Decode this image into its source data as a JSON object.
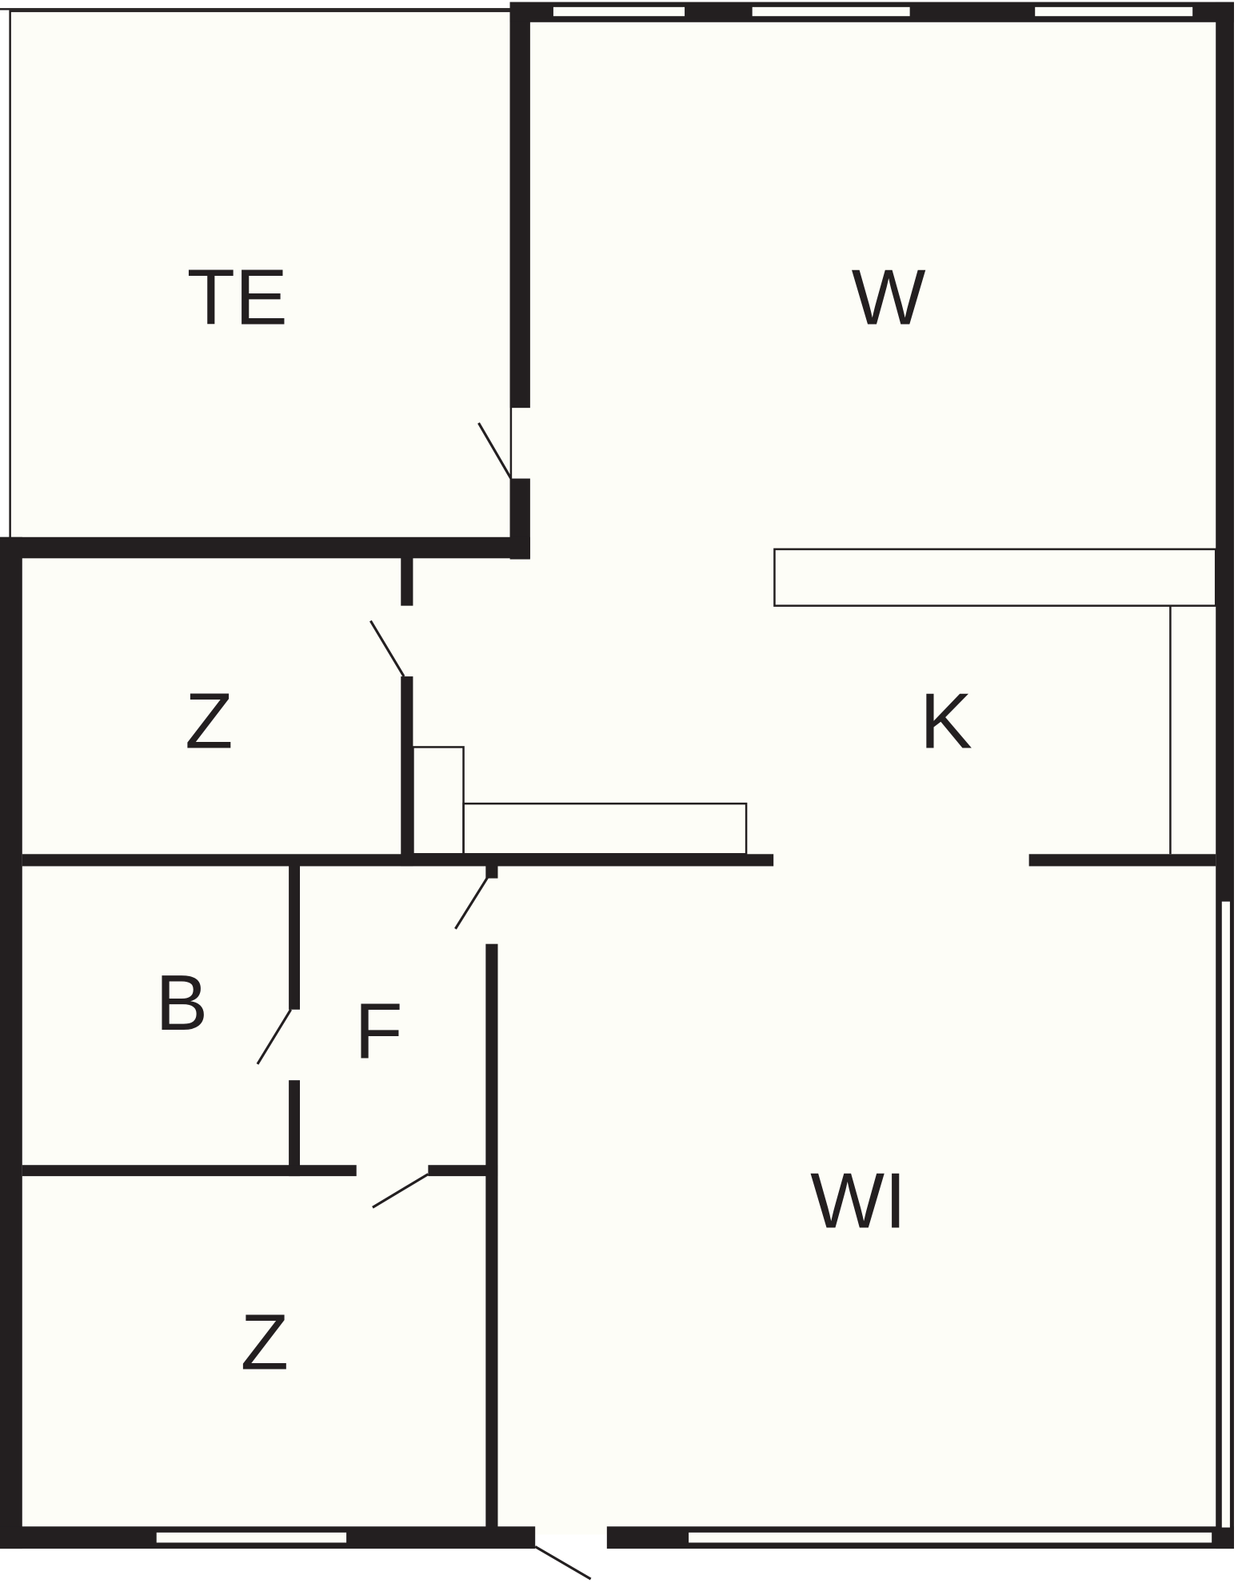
{
  "floorplan": {
    "rooms": [
      {
        "id": "te",
        "label": "TE"
      },
      {
        "id": "w",
        "label": "W"
      },
      {
        "id": "z1",
        "label": "Z"
      },
      {
        "id": "k",
        "label": "K"
      },
      {
        "id": "b",
        "label": "B"
      },
      {
        "id": "f",
        "label": "F"
      },
      {
        "id": "wi",
        "label": "WI"
      },
      {
        "id": "z2",
        "label": "Z"
      }
    ],
    "colors": {
      "wall": "#231f20",
      "floor": "#fdfdf7"
    }
  }
}
